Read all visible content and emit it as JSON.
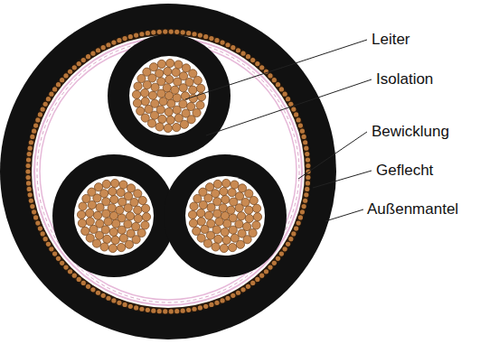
{
  "diagram": {
    "labels": [
      "Leiter",
      "Isolation",
      "Bewicklung",
      "Geflecht",
      "Außenmantel"
    ]
  }
}
